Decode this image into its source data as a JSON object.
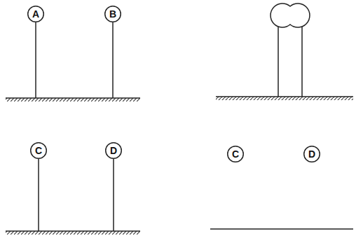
{
  "diagram": {
    "nodes": [
      {
        "text": [
          "A"
        ]
      },
      {
        "text": [
          "B"
        ]
      },
      {
        "text": [
          "C"
        ]
      },
      {
        "text": [
          "D"
        ]
      },
      {
        "text": [
          "C"
        ]
      },
      {
        "text": [
          "D"
        ]
      }
    ]
  }
}
